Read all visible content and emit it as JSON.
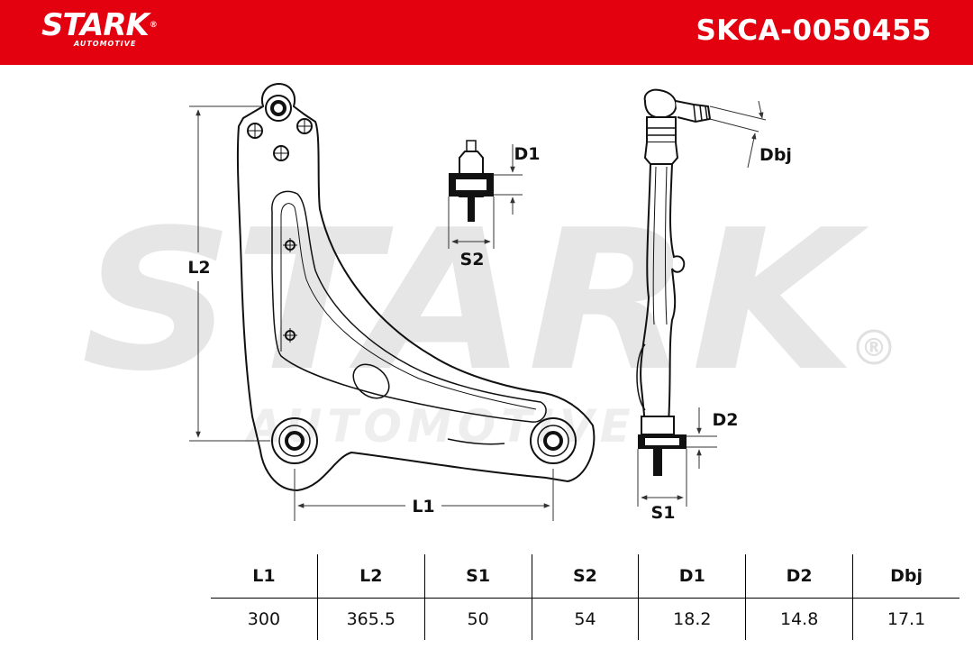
{
  "header": {
    "brand": "STARK",
    "brand_sub": "AUTOMOTIVE",
    "registered_mark": "®",
    "part_number": "SKCA-0050455"
  },
  "watermark": {
    "main": "STARK",
    "sub": "AUTOMOTIVE",
    "registered_mark": "®"
  },
  "dimension_labels": {
    "L1": "L1",
    "L2": "L2",
    "S1": "S1",
    "S2": "S2",
    "D1": "D1",
    "D2": "D2",
    "Dbj": "Dbj"
  },
  "specs": {
    "headers": [
      "L1",
      "L2",
      "S1",
      "S2",
      "D1",
      "D2",
      "Dbj"
    ],
    "values": [
      "300",
      "365.5",
      "50",
      "54",
      "18.2",
      "14.8",
      "17.1"
    ]
  },
  "colors": {
    "brand_red": "#e3000f",
    "watermark_gray": "#e6e6e6",
    "line": "#111111"
  }
}
